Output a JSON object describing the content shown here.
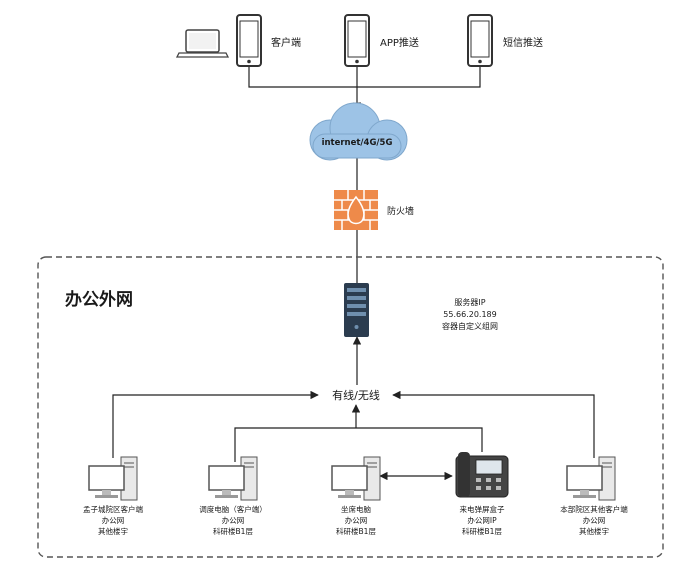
{
  "top_devices": {
    "client_label": "客户端",
    "app_push_label": "APP推送",
    "sms_push_label": "短信推送"
  },
  "internet_label": "internet/4G/5G",
  "firewall_label": "防火墙",
  "zone_title": "办公外网",
  "server": {
    "line1": "服务器IP",
    "line2": "55.66.20.189",
    "line3": "容器自定义组网"
  },
  "hub_label": "有线/无线",
  "pcs": [
    {
      "line1": "孟子城院区客户端",
      "line2": "办公网",
      "line3": "其他楼宇"
    },
    {
      "line1": "调度电脑（客户端）",
      "line2": "办公网",
      "line3": "科研楼B1层"
    },
    {
      "line1": "坐席电脑",
      "line2": "办公网",
      "line3": "科研楼B1层"
    },
    {
      "line1": "来电弹屏盒子",
      "line2": "办公网IP",
      "line3": "科研楼B1层"
    },
    {
      "line1": "本部院区其他客户端",
      "line2": "办公网",
      "line3": "其他楼宇"
    }
  ],
  "colors": {
    "cloud": "#9dc3e6",
    "cloud_stroke": "#7fa7cc",
    "firewall": "#ee8a4a",
    "server": "#2b3c4f",
    "line": "#222222",
    "zone_border": "#555555"
  }
}
